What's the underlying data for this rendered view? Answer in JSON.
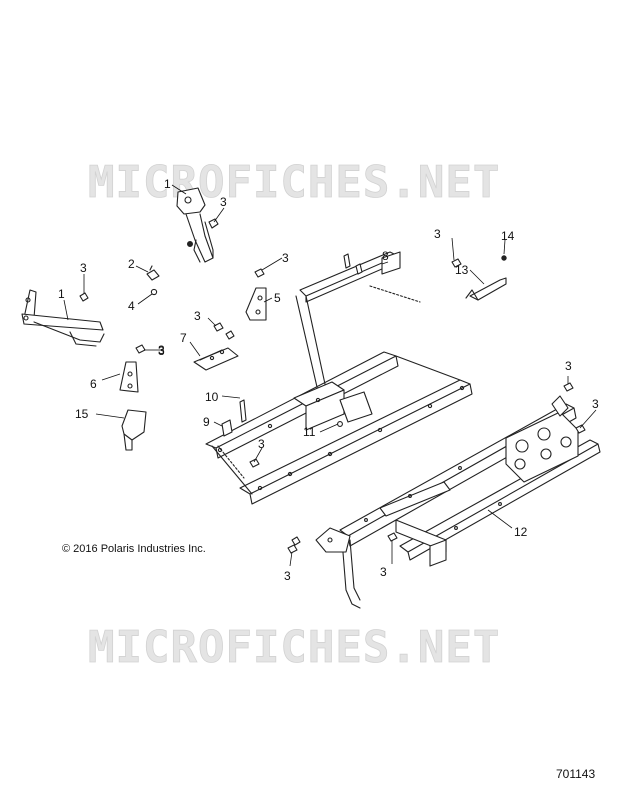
{
  "watermark": {
    "text": "MICROFICHES.NET"
  },
  "copyright": "© 2016  Polaris Industries Inc.",
  "document_number": "701143",
  "callouts": {
    "c1a": "1",
    "c3a": "3",
    "c3b": "3",
    "c2": "2",
    "c4": "4",
    "c1b": "1",
    "c3c": "3",
    "c14": "14",
    "c13": "13",
    "c5": "5",
    "c3d": "3",
    "c7": "7",
    "c3e": "3",
    "c8": "8",
    "c3f": "3",
    "c6": "6",
    "c3g": "3",
    "c15": "15",
    "c10": "10",
    "c9": "9",
    "c11": "11",
    "c3h": "3",
    "c3i": "3",
    "c3j": "3",
    "c12": "12",
    "c3k": "3",
    "c3l": "3"
  }
}
